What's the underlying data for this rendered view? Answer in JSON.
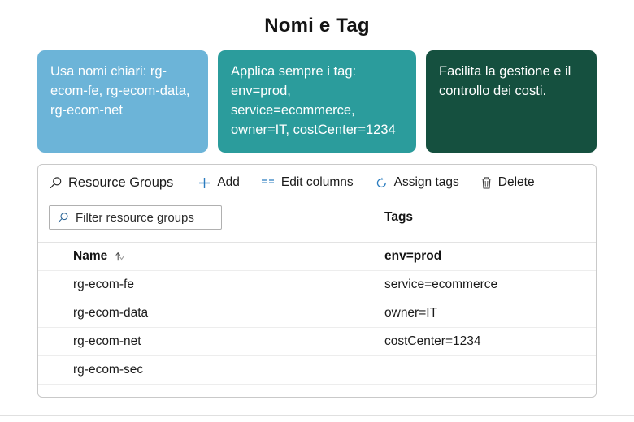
{
  "page": {
    "title": "Nomi e Tag",
    "background": "#ffffff"
  },
  "cards": [
    {
      "id": "naming-card",
      "text": "Usa nomi chiari: rg-ecom-fe, rg-ecom-data, rg-ecom-net",
      "color": "#6cb4d8",
      "text_color": "#ffffff"
    },
    {
      "id": "tagging-card",
      "text": "Applica sempre i tag: env=prod, service=ecommerce, owner=IT, costCenter=1234",
      "color": "#2b9c9c",
      "text_color": "#ffffff"
    },
    {
      "id": "benefit-card",
      "text": "Facilita la gestione e il controllo dei costi.",
      "color": "#15503f",
      "text_color": "#ffffff"
    }
  ],
  "panel": {
    "toolbar": {
      "title": "Resource Groups",
      "title_icon": "search-icon",
      "actions": [
        {
          "label": "Add",
          "icon": "plus-icon",
          "icon_color": "#2a7cbf"
        },
        {
          "label": "Edit columns",
          "icon": "columns-icon",
          "icon_color": "#2a7cbf"
        },
        {
          "label": "Assign tags",
          "icon": "refresh-icon",
          "icon_color": "#2a7cbf"
        },
        {
          "label": "Delete",
          "icon": "trash-icon",
          "icon_color": "#3a3a3a"
        }
      ]
    },
    "filter": {
      "icon": "search-icon",
      "placeholder": "Filter resource groups",
      "value": ""
    },
    "table": {
      "columns": [
        {
          "key": "name",
          "label": "Name",
          "sort_icon": "sort-ascending-icon"
        },
        {
          "key": "tags",
          "label": "Tags"
        }
      ],
      "tags_header": "Tags",
      "rows": [
        {
          "name": "rg-ecom-fe",
          "tags": "service=ecommerce"
        },
        {
          "name": "rg-ecom-data",
          "tags": "owner=IT"
        },
        {
          "name": "rg-ecom-net",
          "tags": "costCenter=1234"
        },
        {
          "name": "rg-ecom-sec",
          "tags": ""
        }
      ],
      "header_row": {
        "name": "Name",
        "tags": "env=prod"
      }
    }
  }
}
